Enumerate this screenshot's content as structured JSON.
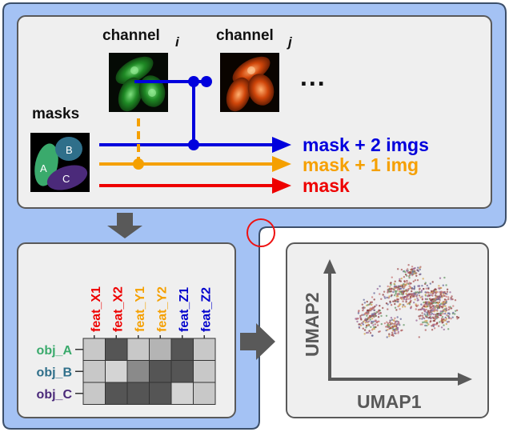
{
  "pipeline": {
    "masks_label": "masks",
    "channel_i": {
      "base": "channel",
      "sub": "i"
    },
    "channel_j": {
      "base": "channel",
      "sub": "j"
    },
    "ellipsis": "...",
    "mask_cells": [
      "A",
      "B",
      "C"
    ],
    "outputs": [
      {
        "label": "mask + 2 imgs",
        "color": "#0000dd"
      },
      {
        "label": "mask + 1 img",
        "color": "#f5a000"
      },
      {
        "label": "mask",
        "color": "#ee0000"
      }
    ]
  },
  "feature_table": {
    "features": [
      {
        "label": "feat_X1",
        "color": "#ee0000"
      },
      {
        "label": "feat_X2",
        "color": "#ee0000"
      },
      {
        "label": "feat_Y1",
        "color": "#f5a000"
      },
      {
        "label": "feat_Y2",
        "color": "#f5a000"
      },
      {
        "label": "feat_Z1",
        "color": "#0000cc"
      },
      {
        "label": "feat_Z2",
        "color": "#0000cc"
      }
    ],
    "objects": [
      {
        "label": "obj_A",
        "color": "#3aaa6c"
      },
      {
        "label": "obj_B",
        "color": "#2f6f8a"
      },
      {
        "label": "obj_C",
        "color": "#4b2a7a"
      }
    ],
    "cell_shades": [
      [
        "#c8c8c8",
        "#555555",
        "#c8c8c8",
        "#b4b4b4",
        "#555555",
        "#c8c8c8"
      ],
      [
        "#c8c8c8",
        "#d4d4d4",
        "#8a8a8a",
        "#555555",
        "#555555",
        "#c8c8c8"
      ],
      [
        "#c8c8c8",
        "#555555",
        "#555555",
        "#555555",
        "#d4d4d4",
        "#c8c8c8"
      ]
    ]
  },
  "umap": {
    "xlabel": "UMAP1",
    "ylabel": "UMAP2"
  },
  "colors": {
    "frame_fill": "#a4c2f4",
    "frame_stroke": "#3c4f6a",
    "panel_fill": "#efefef",
    "panel_stroke": "#595959",
    "arrow_grey": "#595959",
    "highlight_circle": "#ee1111"
  }
}
